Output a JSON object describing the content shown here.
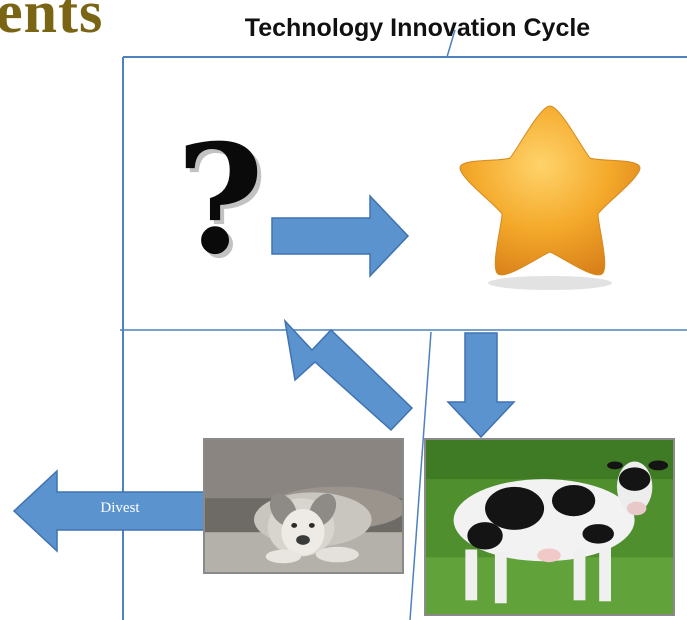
{
  "header": {
    "slide_title_fragment": "ents",
    "diagram_title": "Technology Innovation Cycle"
  },
  "quadrants": {
    "question_mark": {
      "glyph": "?",
      "icon": "question-mark-icon"
    },
    "star": {
      "icon": "star-icon",
      "color": "#f4a92a"
    },
    "dog": {
      "icon": "puppy-photo"
    },
    "cash_cow": {
      "icon": "cow-photo"
    }
  },
  "arrows": {
    "divest_label": "Divest",
    "fill_color": "#5b93cf",
    "stroke_color": "#3f73b0"
  },
  "colors": {
    "grid_line": "#4f81bd",
    "title_brown": "#7a6514"
  }
}
